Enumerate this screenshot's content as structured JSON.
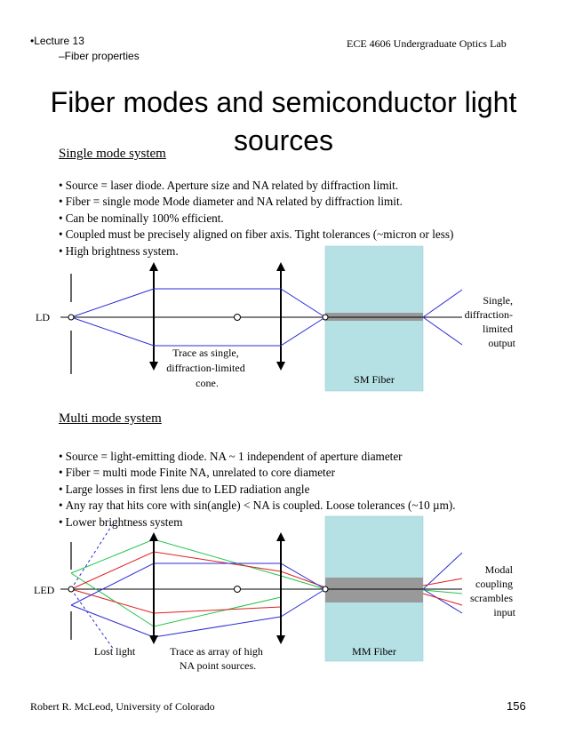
{
  "header": {
    "lecture": "•Lecture 13",
    "lecture_sub": "–Fiber properties",
    "course": "ECE 4606 Undergraduate Optics Lab"
  },
  "title": "Fiber modes and semiconductor light sources",
  "single_mode": {
    "heading": "Single mode system",
    "bullets": [
      "Source = laser diode.  Aperture size and NA related by diffraction limit.",
      "Fiber = single mode  Mode diameter and NA related by diffraction limit.",
      "Can be nominally 100% efficient.",
      "Coupled must be precisely aligned on fiber axis.  Tight tolerances (~micron or less)",
      "High brightness system."
    ],
    "diagram": {
      "source_label": "LD",
      "trace_label": [
        "Trace as single,",
        "diffraction-limited",
        "cone."
      ],
      "fiber_label": "SM Fiber",
      "output_label": [
        "Single,",
        "diffraction-",
        "limited",
        "output"
      ]
    }
  },
  "multi_mode": {
    "heading": "Multi mode system",
    "bullets": [
      "Source = light-emitting diode.  NA ~ 1 independent of aperture diameter",
      "Fiber = multi mode  Finite NA, unrelated to core diameter",
      "Large losses in first lens due to LED radiation angle",
      "Any ray that hits core with sin(angle) < NA is coupled.  Loose tolerances (~10 µm).",
      "Lower brightness system"
    ],
    "diagram": {
      "source_label": "LED",
      "lost_label": "Lost light",
      "trace_label": [
        "Trace as array of high",
        "NA point sources."
      ],
      "fiber_label": "MM Fiber",
      "output_label": [
        "Modal",
        "coupling",
        "scrambles",
        "input"
      ]
    }
  },
  "colors": {
    "fiber_fill": "#b5e0e4",
    "core_fill": "#999999",
    "ray_blue": "#2b2bd6",
    "ray_red": "#e01f1f",
    "ray_green": "#22c44a"
  },
  "footer": {
    "author": "Robert R. McLeod, University of Colorado",
    "page": "156"
  }
}
